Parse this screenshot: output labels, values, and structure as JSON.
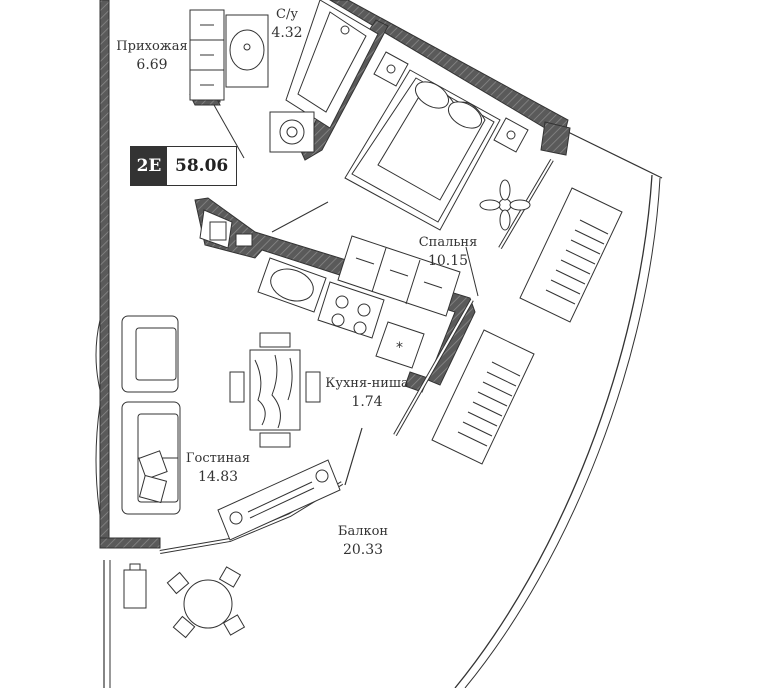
{
  "badge": {
    "type": "2E",
    "total_area": "58.06"
  },
  "rooms": [
    {
      "id": "hallway",
      "name": "Прихожая",
      "area": "6.69"
    },
    {
      "id": "bathroom",
      "name": "С/у",
      "area": "4.32"
    },
    {
      "id": "bedroom",
      "name": "Спальня",
      "area": "10.15"
    },
    {
      "id": "kitchen",
      "name": "Кухня-ниша",
      "area": "1.74"
    },
    {
      "id": "living",
      "name": "Гостиная",
      "area": "14.83"
    },
    {
      "id": "balcony",
      "name": "Балкон",
      "area": "20.33"
    }
  ],
  "colors": {
    "wall": "#585858",
    "line": "#333333",
    "fill": "#ffffff"
  }
}
